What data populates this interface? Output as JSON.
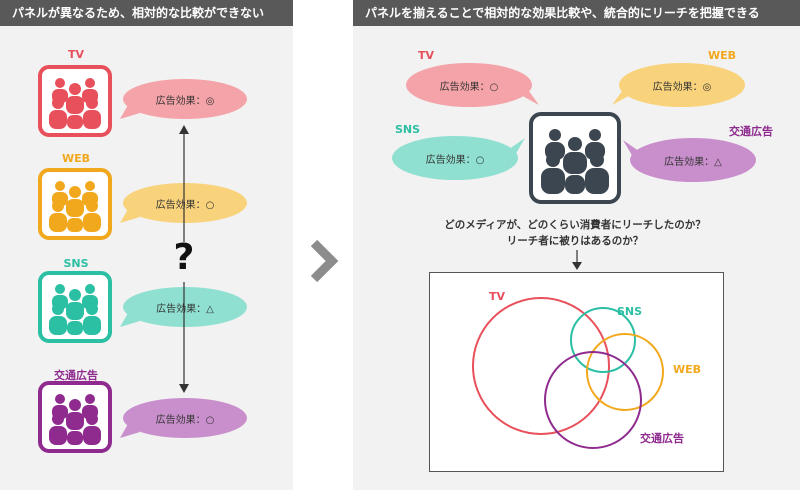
{
  "left_panel": {
    "title": "パネルが異なるため、相対的な比較ができない",
    "media": [
      {
        "name": "TV",
        "effect": "広告効果：◎",
        "color": "#e8505b",
        "bubble": "#f4a3a8"
      },
      {
        "name": "WEB",
        "effect": "広告効果：○",
        "color": "#f2a81d",
        "bubble": "#f9d37b"
      },
      {
        "name": "SNS",
        "effect": "広告効果：△",
        "color": "#2bbfa4",
        "bubble": "#8fe0d0"
      },
      {
        "name": "交通広告",
        "effect": "広告効果：○",
        "color": "#8f2b8f",
        "bubble": "#c98fcc"
      }
    ],
    "question_mark": "?"
  },
  "right_panel": {
    "title": "パネルを揃えることで相対的な効果比較や、統合的にリーチを把握できる",
    "media": [
      {
        "name": "TV",
        "effect": "広告効果：○",
        "color": "#e8505b",
        "bubble": "#f4a3a8"
      },
      {
        "name": "WEB",
        "effect": "広告効果：◎",
        "color": "#f2a81d",
        "bubble": "#f9d37b"
      },
      {
        "name": "SNS",
        "effect": "広告効果：○",
        "color": "#2bbfa4",
        "bubble": "#8fe0d0"
      },
      {
        "name": "交通広告",
        "effect": "広告効果：△",
        "color": "#8f2b8f",
        "bubble": "#c98fcc"
      }
    ],
    "question_line1": "どのメディアが、どのくらい消費者にリーチしたのか？",
    "question_line2": "リーチ者に被りはあるのか？",
    "venn": {
      "labels": [
        "TV",
        "SNS",
        "WEB",
        "交通広告"
      ],
      "colors": [
        "#e8505b",
        "#2bbfa4",
        "#f2a81d",
        "#8f2b8f"
      ]
    }
  }
}
